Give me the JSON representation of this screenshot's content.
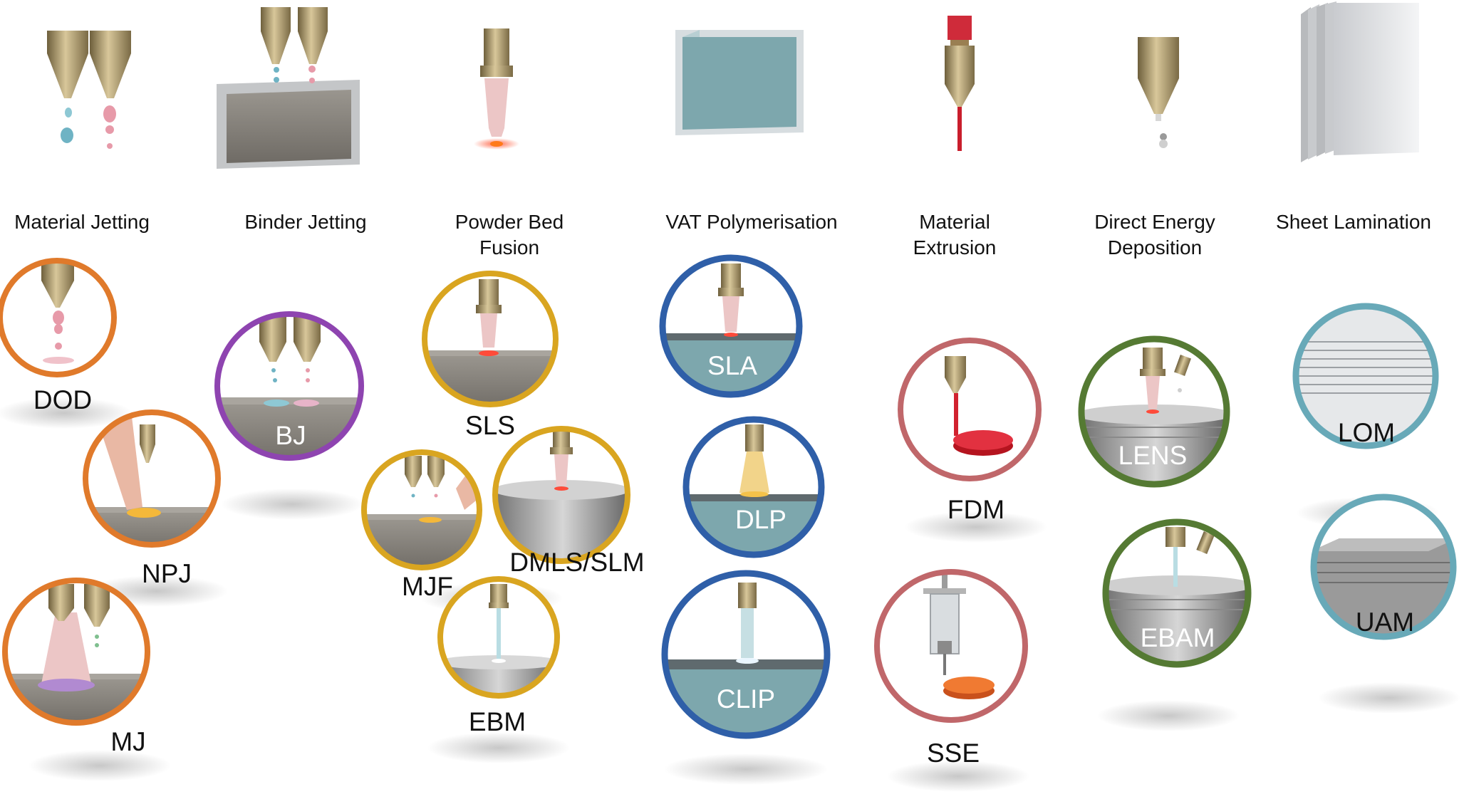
{
  "colors": {
    "jetting": "#e07a2b",
    "binder": "#8e44b0",
    "powder": "#d9a520",
    "vat": "#2f5fa8",
    "extrusion": "#c0676a",
    "ded": "#557a33",
    "sheet": "#68a9b8",
    "brass": "#b09a6c",
    "concrete": "#85817a",
    "vat_liquid": "#7da7ad"
  },
  "categories": [
    {
      "id": "material-jetting",
      "label": "Material  Jetting",
      "icon": "dual-nozzle-droplets-icon"
    },
    {
      "id": "binder-jetting",
      "label": "Binder Jetting",
      "icon": "nozzles-over-powder-box-icon"
    },
    {
      "id": "powder-bed-fusion",
      "label": "Powder Bed\nFusion",
      "icon": "laser-nozzle-icon"
    },
    {
      "id": "vat-polymerisation",
      "label": "VAT Polymerisation",
      "icon": "resin-vat-icon"
    },
    {
      "id": "material-extrusion",
      "label": "Material\nExtrusion",
      "icon": "extrusion-nozzle-icon"
    },
    {
      "id": "direct-energy-deposition",
      "label": "Direct Energy\nDeposition",
      "icon": "deposition-nozzle-icon"
    },
    {
      "id": "sheet-lamination",
      "label": "Sheet Lamination",
      "icon": "stacked-sheets-icon"
    }
  ],
  "processes": [
    {
      "label": "DOD",
      "category": "material-jetting"
    },
    {
      "label": "NPJ",
      "category": "material-jetting"
    },
    {
      "label": "MJ",
      "category": "material-jetting"
    },
    {
      "label": "BJ",
      "category": "binder-jetting"
    },
    {
      "label": "SLS",
      "category": "powder-bed-fusion"
    },
    {
      "label": "MJF",
      "category": "powder-bed-fusion"
    },
    {
      "label": "DMLS/SLM",
      "category": "powder-bed-fusion"
    },
    {
      "label": "EBM",
      "category": "powder-bed-fusion"
    },
    {
      "label": "SLA",
      "category": "vat-polymerisation"
    },
    {
      "label": "DLP",
      "category": "vat-polymerisation"
    },
    {
      "label": "CLIP",
      "category": "vat-polymerisation"
    },
    {
      "label": "FDM",
      "category": "material-extrusion"
    },
    {
      "label": "SSE",
      "category": "material-extrusion"
    },
    {
      "label": "LENS",
      "category": "direct-energy-deposition"
    },
    {
      "label": "EBAM",
      "category": "direct-energy-deposition"
    },
    {
      "label": "LOM",
      "category": "sheet-lamination"
    },
    {
      "label": "UAM",
      "category": "sheet-lamination"
    }
  ]
}
